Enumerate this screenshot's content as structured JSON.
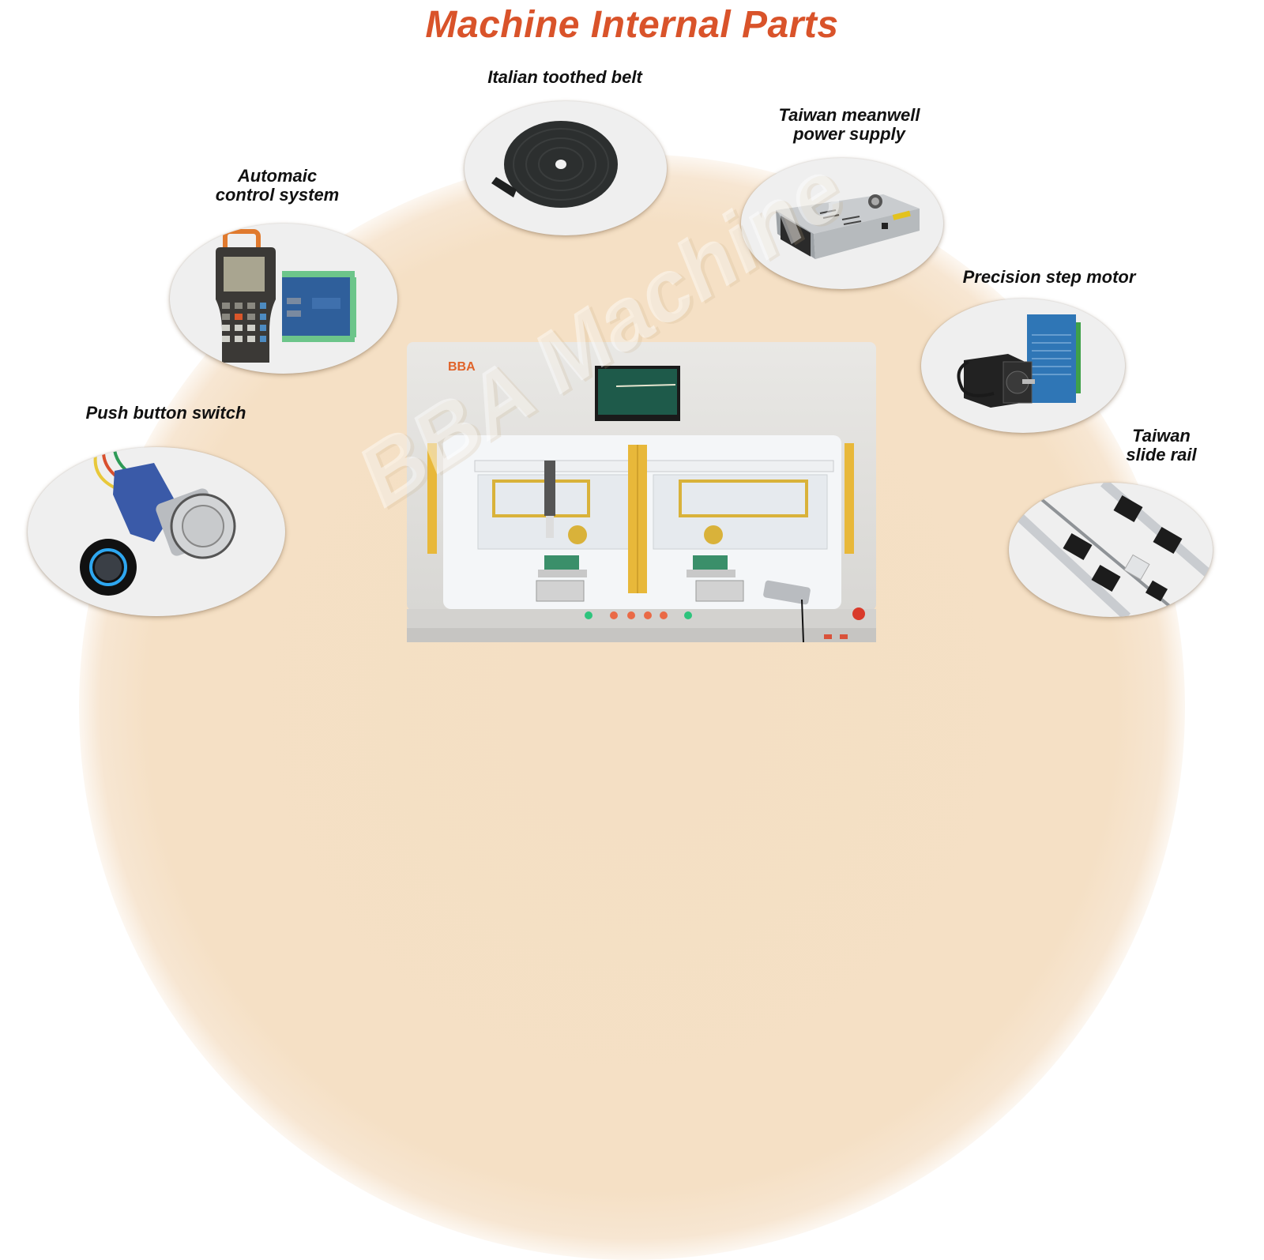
{
  "page": {
    "title": "Machine Internal Parts",
    "title_color": "#d9532a",
    "background_arc_color": "#f5e0c5"
  },
  "parts": [
    {
      "id": "belt",
      "label": "Italian toothed belt",
      "image": "black-toothed-belt-coil"
    },
    {
      "id": "power",
      "label_line1": "Taiwan meanwell",
      "label_line2": "power supply",
      "image": "silver-switching-power-supply"
    },
    {
      "id": "control",
      "label_line1": "Automaic",
      "label_line2": "control system",
      "image": "handheld-controller-and-blue-control-board"
    },
    {
      "id": "motor",
      "label": "Precision step motor",
      "image": "black-step-motor-and-blue-driver"
    },
    {
      "id": "switch",
      "label": "Push button switch",
      "image": "metal-push-button-with-blue-led-ring"
    },
    {
      "id": "rail",
      "label_line1": "Taiwan",
      "label_line2": "slide rail",
      "image": "linear-guide-rails-and-ball-screw"
    }
  ],
  "machine": {
    "brand": "BBA",
    "watermark": "BBA Machine",
    "image": "dual-station-automatic-screw-machine",
    "panel_buttons": [
      "green",
      "red",
      "red",
      "red",
      "red",
      "green"
    ]
  }
}
